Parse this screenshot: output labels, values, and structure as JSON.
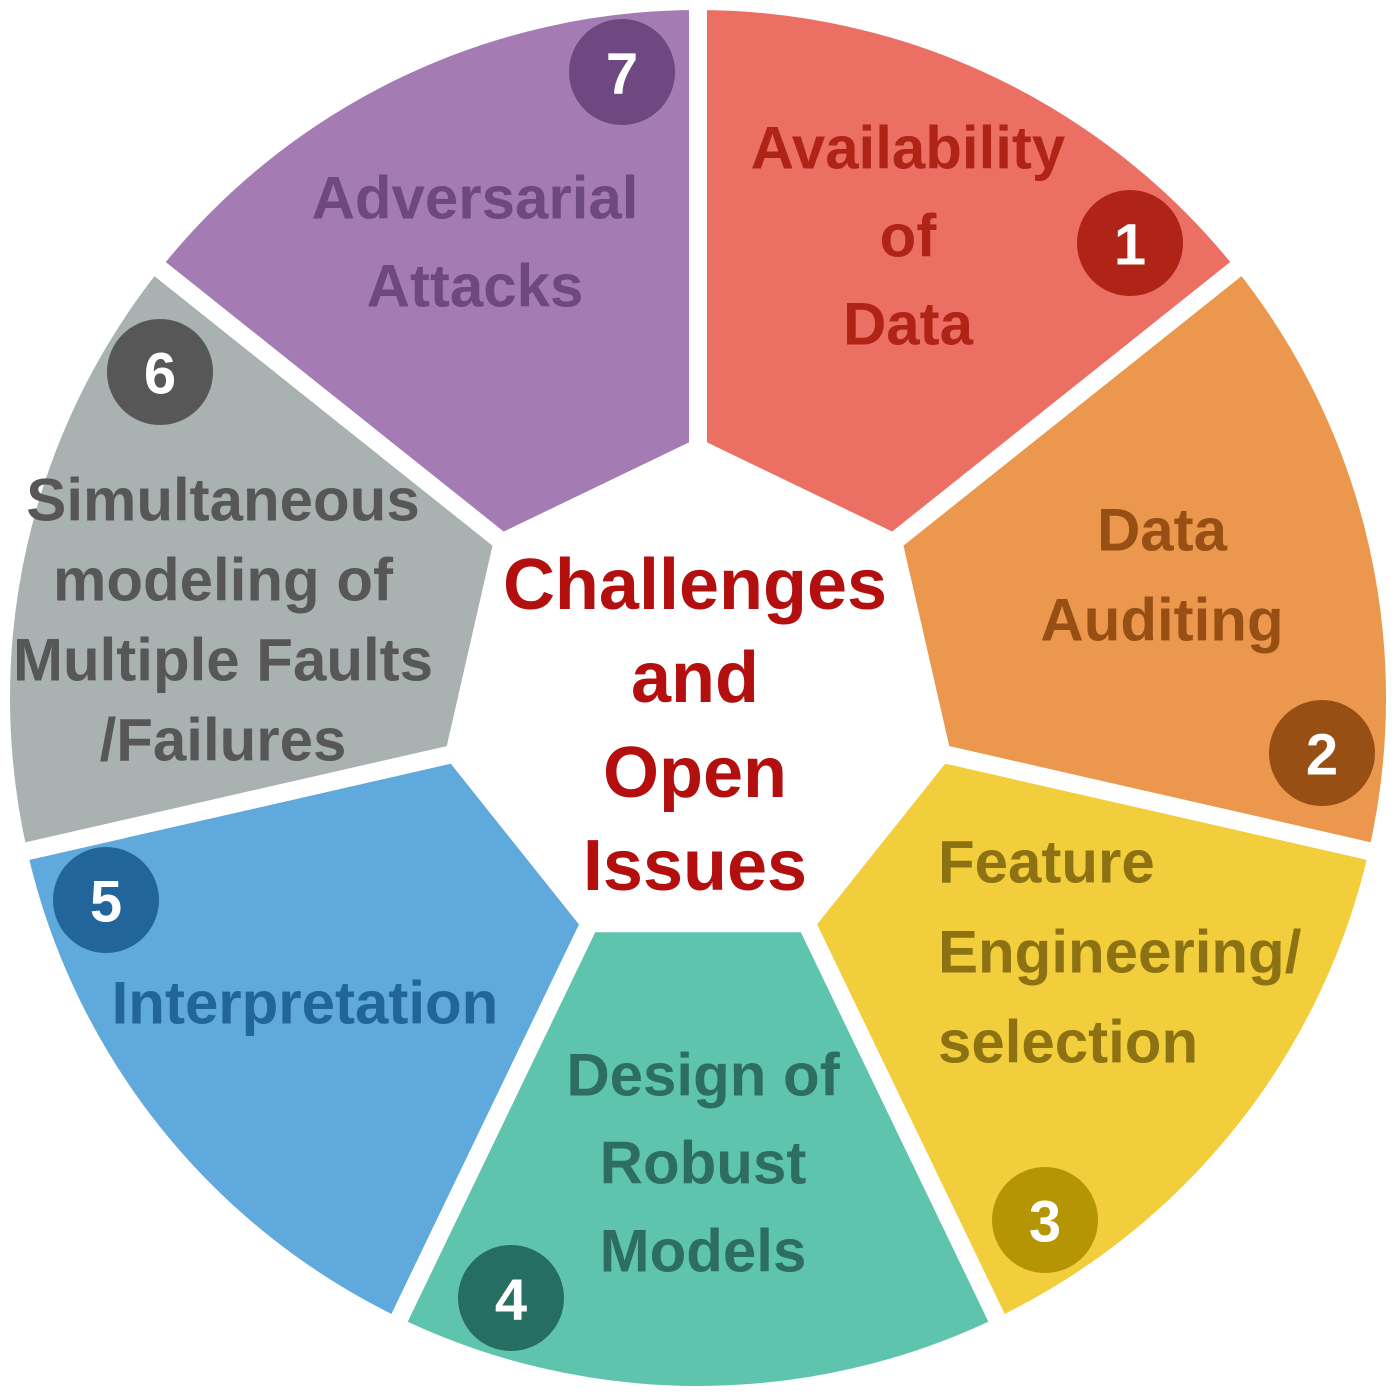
{
  "center_title": [
    "Challenges",
    "and",
    "Open",
    "Issues"
  ],
  "colors": {
    "center_text": "#b30f0f",
    "background": "#ffffff"
  },
  "segments": [
    {
      "number": "1",
      "lines": [
        "Availability",
        "of",
        "Data"
      ],
      "fill": "#ec6f63",
      "badge": "#b02418",
      "text": "#b02418"
    },
    {
      "number": "2",
      "lines": [
        "Data",
        "Auditing"
      ],
      "fill": "#eb974d",
      "badge": "#974f14",
      "text": "#974f14"
    },
    {
      "number": "3",
      "lines": [
        "Feature",
        "Engineering/",
        "selection"
      ],
      "fill": "#f2cd3c",
      "badge": "#b59503",
      "text": "#8c7212"
    },
    {
      "number": "4",
      "lines": [
        "Design of",
        "Robust",
        "Models"
      ],
      "fill": "#5ec4ad",
      "badge": "#266e61",
      "text": "#2e6e61"
    },
    {
      "number": "5",
      "lines": [
        "Interpretation"
      ],
      "fill": "#60a9dc",
      "badge": "#22659a",
      "text": "#22659a"
    },
    {
      "number": "6",
      "lines": [
        "Simultaneous",
        "modeling  of",
        "Multiple Faults",
        "/Failures"
      ],
      "fill": "#a9b1b1",
      "badge": "#575757",
      "text": "#575757"
    },
    {
      "number": "7",
      "lines": [
        "Adversarial",
        "Attacks"
      ],
      "fill": "#a57bb3",
      "badge": "#6e4880",
      "text": "#6e4880"
    }
  ]
}
